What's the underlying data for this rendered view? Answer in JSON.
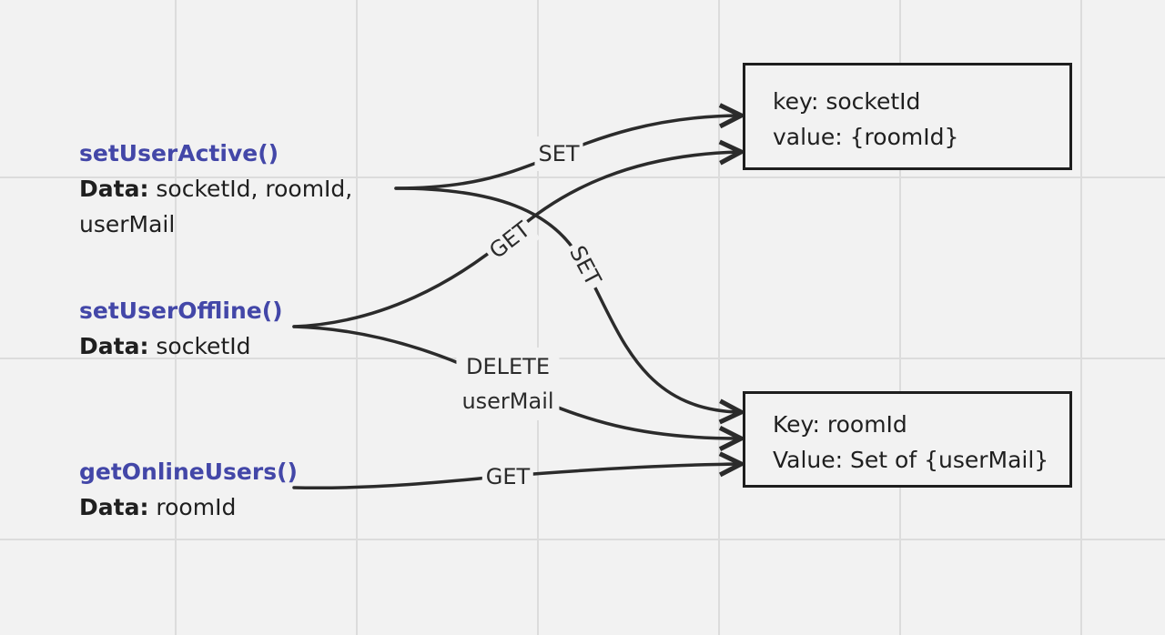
{
  "functions": {
    "set_user_active": {
      "name": "setUserActive()",
      "data_key": "Data:",
      "data_line1": "socketId, roomId,",
      "data_line2": "userMail"
    },
    "set_user_offline": {
      "name": "setUserOffline()",
      "data_key": "Data:",
      "data_line1": "socketId"
    },
    "get_online_users": {
      "name": "getOnlineUsers()",
      "data_key": "Data:",
      "data_line1": "roomId"
    }
  },
  "stores": {
    "socket_store": {
      "key_line": "key: socketId",
      "value_line": "value: {roomId}"
    },
    "room_store": {
      "key_line": "Key: roomId",
      "value_line": "Value: Set of {userMail}"
    }
  },
  "edges": {
    "active_to_socket": "SET",
    "offline_to_socket": "GET",
    "active_to_room": "SET",
    "offline_to_room_line1": "DELETE",
    "offline_to_room_line2": "userMail",
    "online_to_room": "GET"
  },
  "colors": {
    "background": "#f2f2f2",
    "grid": "#dcdcdc",
    "function_name": "#4347a8",
    "stroke": "#2b2b2b"
  }
}
